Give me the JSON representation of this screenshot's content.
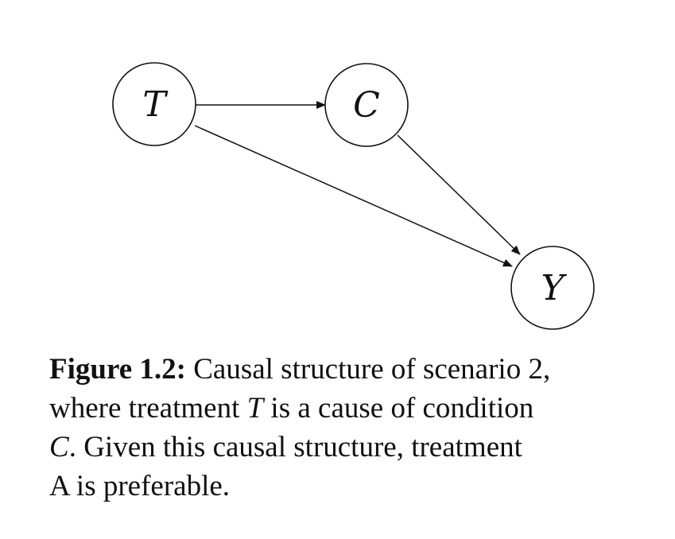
{
  "diagram": {
    "nodes": [
      {
        "id": "T",
        "label": "T"
      },
      {
        "id": "C",
        "label": "C"
      },
      {
        "id": "Y",
        "label": "Y"
      }
    ],
    "edges": [
      {
        "from": "T",
        "to": "C"
      },
      {
        "from": "T",
        "to": "Y"
      },
      {
        "from": "C",
        "to": "Y"
      }
    ]
  },
  "caption": {
    "figure_label": "Figure 1.2:",
    "line1": " Causal structure of scenario 2,",
    "line2_pre": "where treatment ",
    "line2_var": "T",
    "line2_post": " is a cause of condition",
    "line3_var": "C",
    "line3_post": ". Given this causal structure, treatment",
    "line4": "A is preferable."
  }
}
